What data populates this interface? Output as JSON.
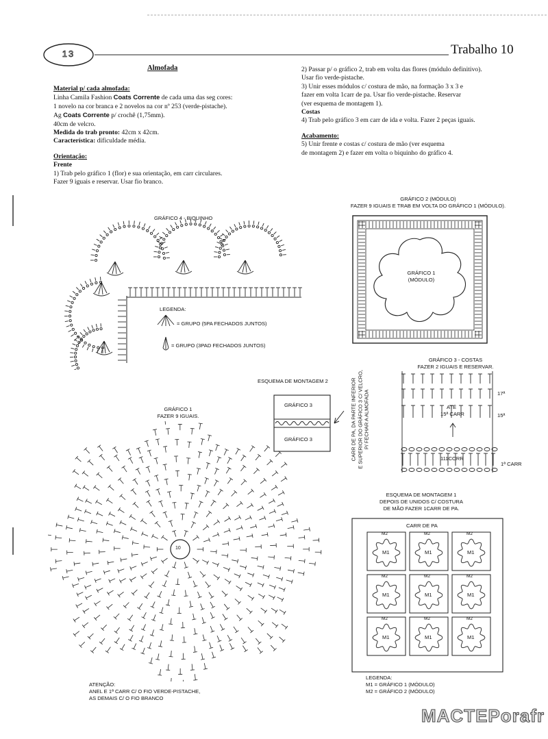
{
  "page": {
    "number": "13",
    "title": "Trabalho 10",
    "watermark": "MACTEPorafr"
  },
  "left_column": {
    "heading": "Almofada",
    "material_heading": "Material p/ cada almofada:",
    "material_line1_prefix": "Linha Camila Fashion ",
    "material_line1_brand": "Coats Corrente",
    "material_line1_suffix": " de cada uma das seg cores:",
    "material_line2": "1 novelo na cor branca e 2 novelos na cor nº 253 (verde-pistache).",
    "needle_prefix": "Ag ",
    "needle_brand": "Coats Corrente",
    "needle_suffix": " p/ crochê (1,75mm).",
    "velcro": "40cm de velcro.",
    "size_label": "Medida do trab pronto:",
    "size_value": " 42cm x 42cm.",
    "difficulty_label": "Característica:",
    "difficulty_value": " dificuldade média.",
    "orientation_heading": "Orientação:",
    "front_heading": "Frente",
    "front_line1": "1) Trab pelo gráfico 1 (flor) e sua orientação, em carr circulares.",
    "front_line2": "Fazer 9 iguais e reservar. Usar fio branco."
  },
  "right_column": {
    "step2_line1": "2) Passar p/ o gráfico 2, trab em volta das flores (módulo definitivo).",
    "step2_line2": "Usar fio verde-pistache.",
    "step3_line1": "3) Unir esses módulos c/ costura de mão, na formação 3 x 3 e",
    "step3_line2": "fazer em volta 1carr de pa. Usar fio verde-pistache. Reservar",
    "step3_line3": "(ver esquema de montagem 1).",
    "back_heading": "Costas",
    "step4": "4) Trab pelo gráfico 3 em carr de ida e volta. Fazer 2 peças iguais.",
    "finish_heading": "Acabamento:",
    "step5_line1": "5) Unir frente e costas c/ costura de mão (ver esquema",
    "step5_line2": "de montagem 2) e fazer em volta o biquinho do gráfico 4."
  },
  "grafico4": {
    "title": "GRÁFICO 4 - BIQUINHO",
    "legend_title": "LEGENDA:",
    "legend1": "= GRUPO (5PA FECHADOS JUNTOS)",
    "legend2": "= GRUPO (3PAD FECHADOS JUNTOS)"
  },
  "grafico2": {
    "title1": "GRÁFICO 2 (MÓDULO)",
    "title2": "FAZER 9 IGUAIS E TRAB EM VOLTA DO GRÁFICO 1 (MÓDULO).",
    "center1": "GRÁFICO 1",
    "center2": "(MÓDULO)"
  },
  "esquema2": {
    "title": "ESQUEMA DE MONTAGEM 2",
    "top_box": "GRÁFICO 3",
    "bottom_box": "GRÁFICO 3",
    "vertical1": "CARR DE PA, DA PARTE INFERIOR",
    "vertical2": "E SUPERIOR DO GRÁFICO 3 C/ VELCRO,",
    "vertical3": "P/ FECHAR A ALMOFADA"
  },
  "grafico3": {
    "title1": "GRÁFICO 3 - COSTAS",
    "title2": "FAZER 2  IGUAIS E RESERVAR.",
    "row17": "17ª",
    "row15": "15ª",
    "ate1": "ATÉ",
    "ate2": "15ª CARR",
    "corr": "111CORR",
    "row1": "1ª CARR"
  },
  "grafico1": {
    "title1": "GRÁFICO 1",
    "title2": "FAZER 9 IGUAIS.",
    "center": "10",
    "note1": "ATENÇÃO:",
    "note2": "ANEL E 1ª CARR C/ O FIO VERDE-PISTACHE,",
    "note3": "AS DEMAIS C/ O FIO BRANCO"
  },
  "esquema1": {
    "title1": "ESQUEMA DE MONTAGEM 1",
    "title2": "DEPOIS DE UNIDOS C/ COSTURA",
    "title3": "DE MÃO FAZER 1CARR DE PA.",
    "carr": "CARR DE PA",
    "m1": "M1",
    "m2": "M2",
    "legend_title": "LEGENDA:",
    "legend1": "M1 = GRÁFICO 1 (MÓDULO)",
    "legend2": "M2 = GRÁFICO 2 (MÓDULO)"
  }
}
